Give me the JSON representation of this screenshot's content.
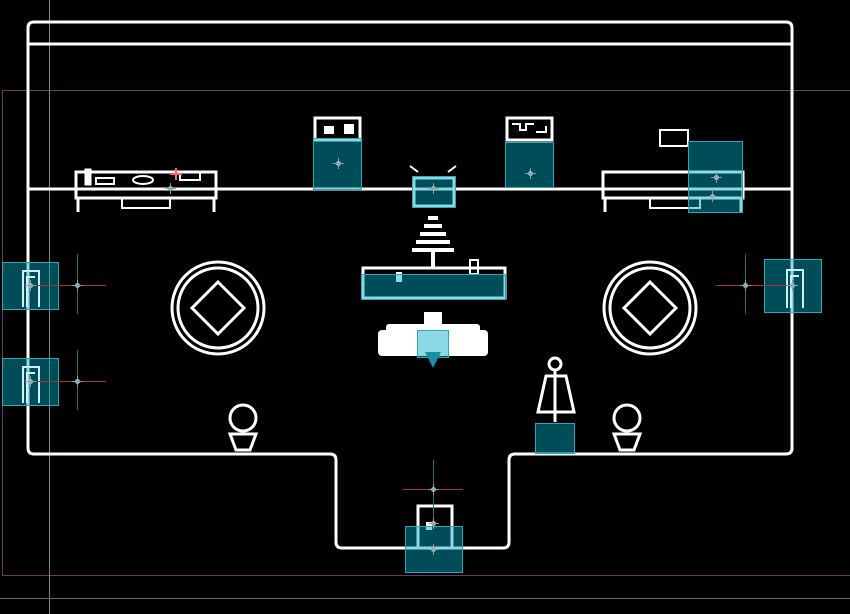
{
  "scene": {
    "name": "living-room-scene",
    "colors": {
      "background": "#000000",
      "wall_line": "#ffffff",
      "trigger_fill": "#00aac8",
      "trigger_border": "#2fa6b8",
      "selection": "#6a3a6a",
      "guide": "#6f8a79",
      "axis_x": "#b43030",
      "axis_y": "#2f7a2f",
      "cursor": "#ff6060"
    },
    "objects": [
      "counter-left",
      "shelf-picture",
      "tv",
      "shelf-map",
      "counter-right",
      "lamp",
      "coffee-table",
      "rug-left",
      "rug-right",
      "sofa",
      "player-character",
      "coat-rack",
      "plant-left",
      "plant-right",
      "front-door"
    ],
    "icons": [
      "door-icon",
      "pivot-icon",
      "cursor-icon"
    ]
  }
}
